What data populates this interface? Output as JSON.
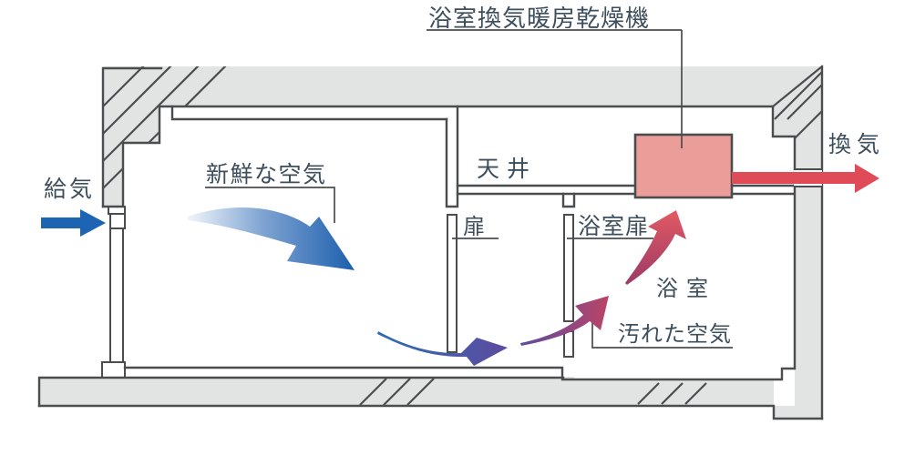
{
  "diagram": {
    "unit_label": "浴室換気暖房乾燥機",
    "labels": {
      "supply_air": "給気",
      "fresh_air": "新鮮な空気",
      "ceiling": "天井",
      "door": "扉",
      "bathroom_door": "浴室扉",
      "bathroom": "浴室",
      "dirty_air": "汚れた空気",
      "exhaust": "換気"
    },
    "colors": {
      "wall_gray": "#e2e3e3",
      "outline": "#4a4c4e",
      "text": "#3d4e5c",
      "unit_pink": "#eb9e99",
      "supply_blue": "#1d65b2",
      "exhaust_red": "#e04b58",
      "vent_blue": "#2d9cd9",
      "base_gray": "#8a8c8d",
      "fresh_air_blue": "#1c5fad",
      "flow_purple": "#5d4b9f",
      "flow_crimson": "#ba4468",
      "flow_red": "#e25a64"
    }
  }
}
